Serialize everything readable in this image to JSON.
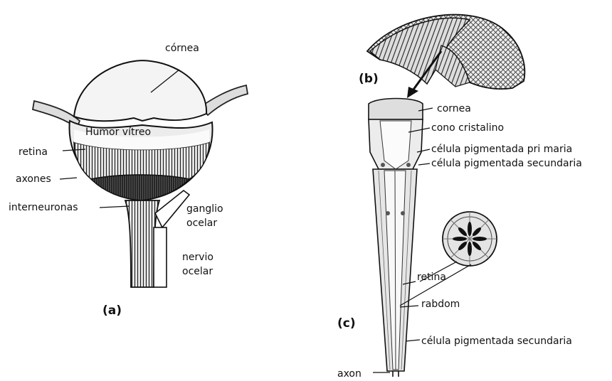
{
  "figure_a": {
    "panel_label": "(a)",
    "labels": {
      "cornea": "córnea",
      "humor": "Humor vítreo",
      "retina": "retina",
      "axones": "axones",
      "interneuronas": "interneuronas",
      "ganglio_1": "ganglio",
      "ganglio_2": "ocelar",
      "nervio_1": "nervio",
      "nervio_2": "ocelar"
    }
  },
  "figure_b": {
    "panel_label": "(b)"
  },
  "figure_c": {
    "panel_label": "(c)",
    "labels": {
      "cornea": "cornea",
      "cono": "cono cristalino",
      "celula_primaria": "célula pigmentada pri maria",
      "celula_secundaria_top": "célula pigmentada secundaria",
      "retina": "retina",
      "rabdom": "rabdom",
      "celula_secundaria_bottom": "célula pigmentada secundaria",
      "axon": "axon"
    }
  }
}
